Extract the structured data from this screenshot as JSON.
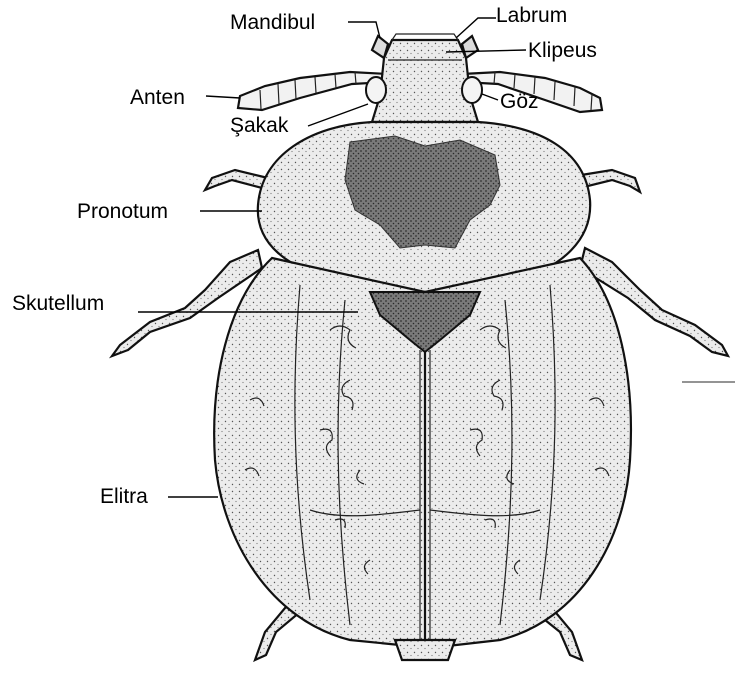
{
  "diagram": {
    "labels": {
      "mandibul": "Mandibul",
      "labrum": "Labrum",
      "klipeus": "Klipeus",
      "anten": "Anten",
      "goz": "Göz",
      "sakak": "Şakak",
      "pronotum": "Pronotum",
      "skutellum": "Skutellum",
      "elitra": "Elitra"
    }
  },
  "colors": {
    "ink": "#111111",
    "body_fill": "#e9e9e9",
    "elytra_fill": "#e2e2e2",
    "dark_fill": "#6a6a6a",
    "background": "#ffffff"
  }
}
